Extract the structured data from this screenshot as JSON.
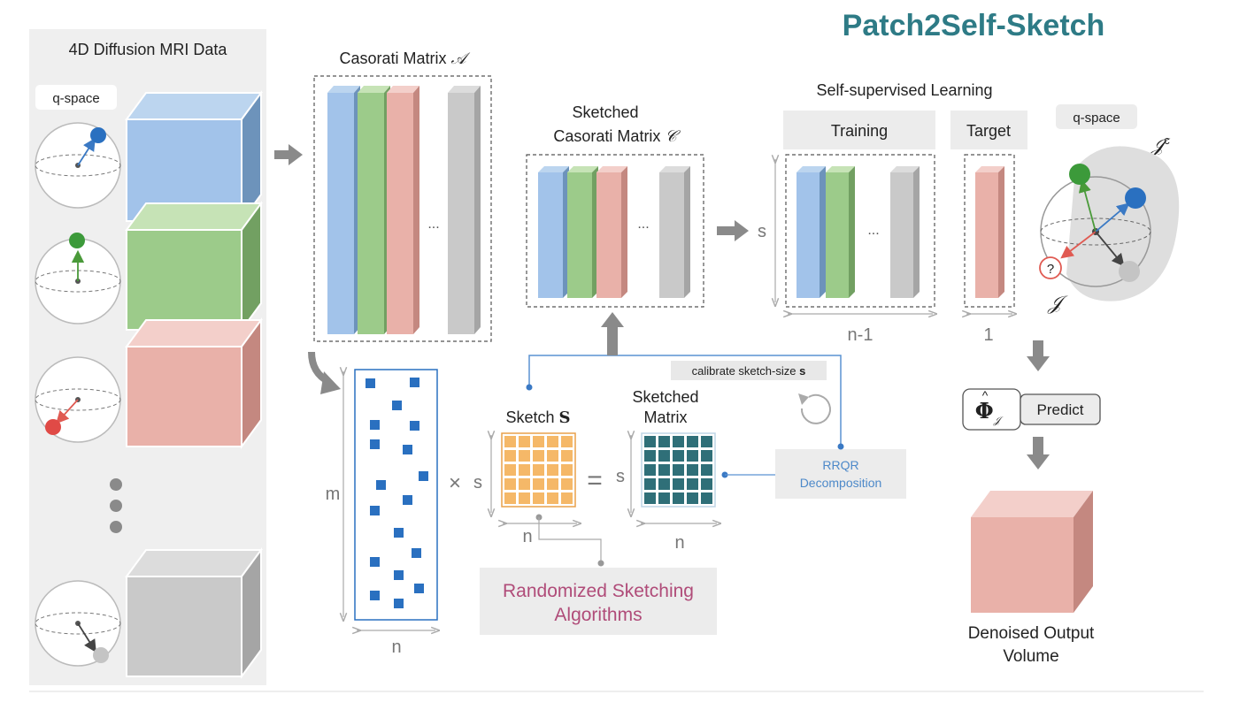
{
  "title": "Patch2Self-Sketch",
  "left_panel": {
    "heading": "4D Diffusion MRI Data",
    "qspace_label": "q-space"
  },
  "casorati": {
    "label": "Casorati Matrix",
    "symbol": "𝒜",
    "dots": "..."
  },
  "sketched_casorati": {
    "label_line1": "Sketched",
    "label_line2": "Casorati Matrix",
    "symbol": "𝒞",
    "dots": "..."
  },
  "self_supervised": {
    "heading": "Self-supervised Learning",
    "training_label": "Training",
    "target_label": "Target",
    "s_label": "s",
    "n_minus_1": "n-1",
    "one": "1",
    "dots": "..."
  },
  "qspace_right": {
    "label": "q-space",
    "jc_label": "𝒥",
    "jc_sup": "c",
    "j_label": "𝒥",
    "question": "?"
  },
  "sketch_ops": {
    "m_label": "m",
    "n_label": "n",
    "times": "×",
    "s_label": "s",
    "sketch_label": "Sketch",
    "sketch_symbol": "S",
    "equals": "=",
    "sketched_matrix_line1": "Sketched",
    "sketched_matrix_line2": "Matrix",
    "calibrate_prefix": "calibrate sketch-size",
    "calibrate_symbol": "s",
    "rrqr_line1": "RRQR",
    "rrqr_line2": "Decomposition",
    "randomized_line1": "Randomized Sketching",
    "randomized_line2": "Algorithms"
  },
  "prediction": {
    "phi_symbol": "Φ",
    "phi_sub": "𝒥",
    "predict_label": "Predict",
    "output_line1": "Denoised Output",
    "output_line2": "Volume"
  },
  "colors": {
    "title": "#2e7b86",
    "blue": "#8db4e0",
    "green": "#9ccb8a",
    "red": "#e9aea6",
    "gray": "#c9c9c9",
    "sketch_orange": "#f5b868",
    "sketched_teal": "#2f6f78",
    "scatter_blue": "#2a70c0",
    "randomized_text": "#b04c79",
    "rrqr_text": "#4d89c9",
    "panel_bg": "#efefef"
  }
}
